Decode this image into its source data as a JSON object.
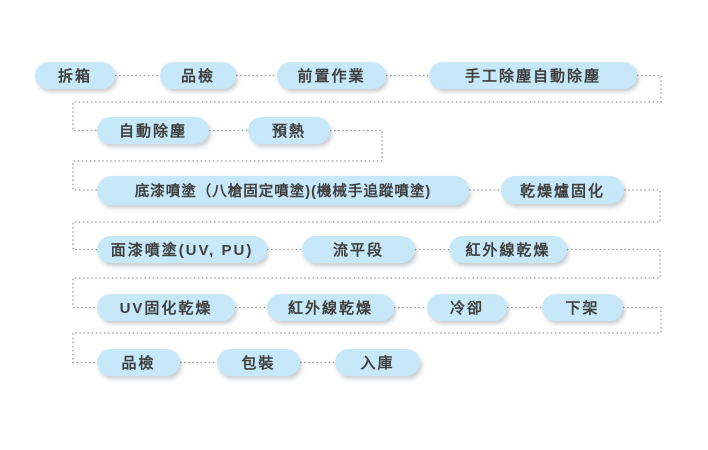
{
  "diagram": {
    "type": "flowchart",
    "flow_direction": "serpentine-left-to-right",
    "colors": {
      "background": "#ffffff",
      "node_fill": "#c6e8f8",
      "node_text": "#3f3f3f",
      "connector": "#999999"
    },
    "connector_style": "dotted",
    "nodes": [
      {
        "id": "unbox",
        "row": 1,
        "label": "拆箱"
      },
      {
        "id": "quality-check-1",
        "row": 1,
        "label": "品檢"
      },
      {
        "id": "pre-operation",
        "row": 1,
        "label": "前置作業"
      },
      {
        "id": "manual-auto-dust-removal",
        "row": 1,
        "label": "手工除塵自動除塵"
      },
      {
        "id": "auto-dust-removal",
        "row": 2,
        "label": "自動除塵"
      },
      {
        "id": "preheat",
        "row": 2,
        "label": "預熱"
      },
      {
        "id": "primer-spray",
        "row": 3,
        "label": "底漆噴塗（八槍固定噴塗)(機械手追蹤噴塗)"
      },
      {
        "id": "drying-oven-curing",
        "row": 3,
        "label": "乾燥爐固化"
      },
      {
        "id": "topcoat-spray",
        "row": 4,
        "label": "面漆噴塗(UV, PU)"
      },
      {
        "id": "leveling-section",
        "row": 4,
        "label": "流平段"
      },
      {
        "id": "infrared-drying-1",
        "row": 4,
        "label": "紅外線乾燥"
      },
      {
        "id": "uv-curing-drying",
        "row": 5,
        "label": "UV固化乾燥"
      },
      {
        "id": "infrared-drying-2",
        "row": 5,
        "label": "紅外線乾燥"
      },
      {
        "id": "cooling",
        "row": 5,
        "label": "冷卻"
      },
      {
        "id": "unload",
        "row": 5,
        "label": "下架"
      },
      {
        "id": "quality-check-2",
        "row": 6,
        "label": "品檢"
      },
      {
        "id": "packaging",
        "row": 6,
        "label": "包裝"
      },
      {
        "id": "warehousing",
        "row": 6,
        "label": "入庫"
      }
    ]
  }
}
